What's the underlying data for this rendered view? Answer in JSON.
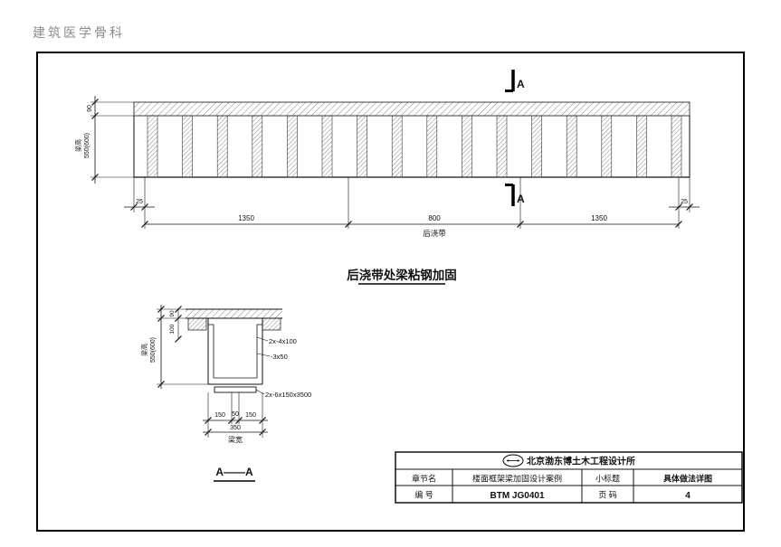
{
  "watermark": "建筑医学骨科",
  "elevation": {
    "slab_thickness": "90",
    "beam_height_label": "梁高",
    "beam_height_value": "550(600)",
    "section_letter": "A",
    "end_offset_left": "25",
    "end_offset_right": "25",
    "span_left": "1350",
    "span_mid": "800",
    "span_right": "1350",
    "strip_label": "后浇带",
    "title": "后浇带处梁粘钢加固"
  },
  "section": {
    "side_plate_note": "2x-4x100",
    "batten_note": "-3x50",
    "bottom_plate_note": "2x-6x150x3500",
    "dim_150_left": "150",
    "dim_50": "50",
    "dim_150_right": "150",
    "dim_350": "350",
    "width_label": "梁宽",
    "slab_thickness": "90",
    "plate_offset": "100",
    "beam_height_label": "梁高",
    "beam_height_value": "550(600)",
    "title": "A——A"
  },
  "title_block": {
    "company": "北京渤东博土木工程设计所",
    "chapter_label": "章节名",
    "chapter_value": "楼面框架梁加固设计案例",
    "subtitle_label": "小标题",
    "subtitle_value": "具体做法详图",
    "number_label": "编  号",
    "number_value": "BTM JG0401",
    "page_label": "页  码",
    "page_value": "4"
  }
}
